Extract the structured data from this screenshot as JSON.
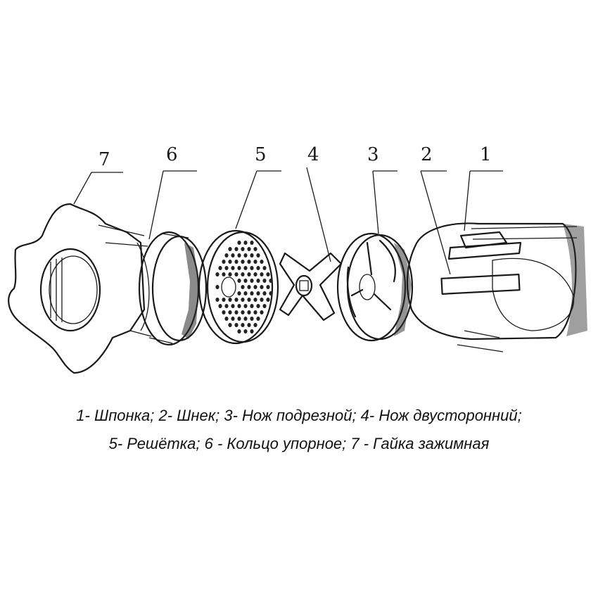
{
  "labels": {
    "n1": "1",
    "n2": "2",
    "n3": "3",
    "n4": "4",
    "n5": "5",
    "n6": "6",
    "n7": "7"
  },
  "caption": {
    "line1": "1- Шпонка; 2- Шнек; 3- Нож подрезной; 4- Нож двусторонний;",
    "line2": "5- Решётка; 6 - Кольцо упорное; 7 - Гайка зажимная"
  }
}
